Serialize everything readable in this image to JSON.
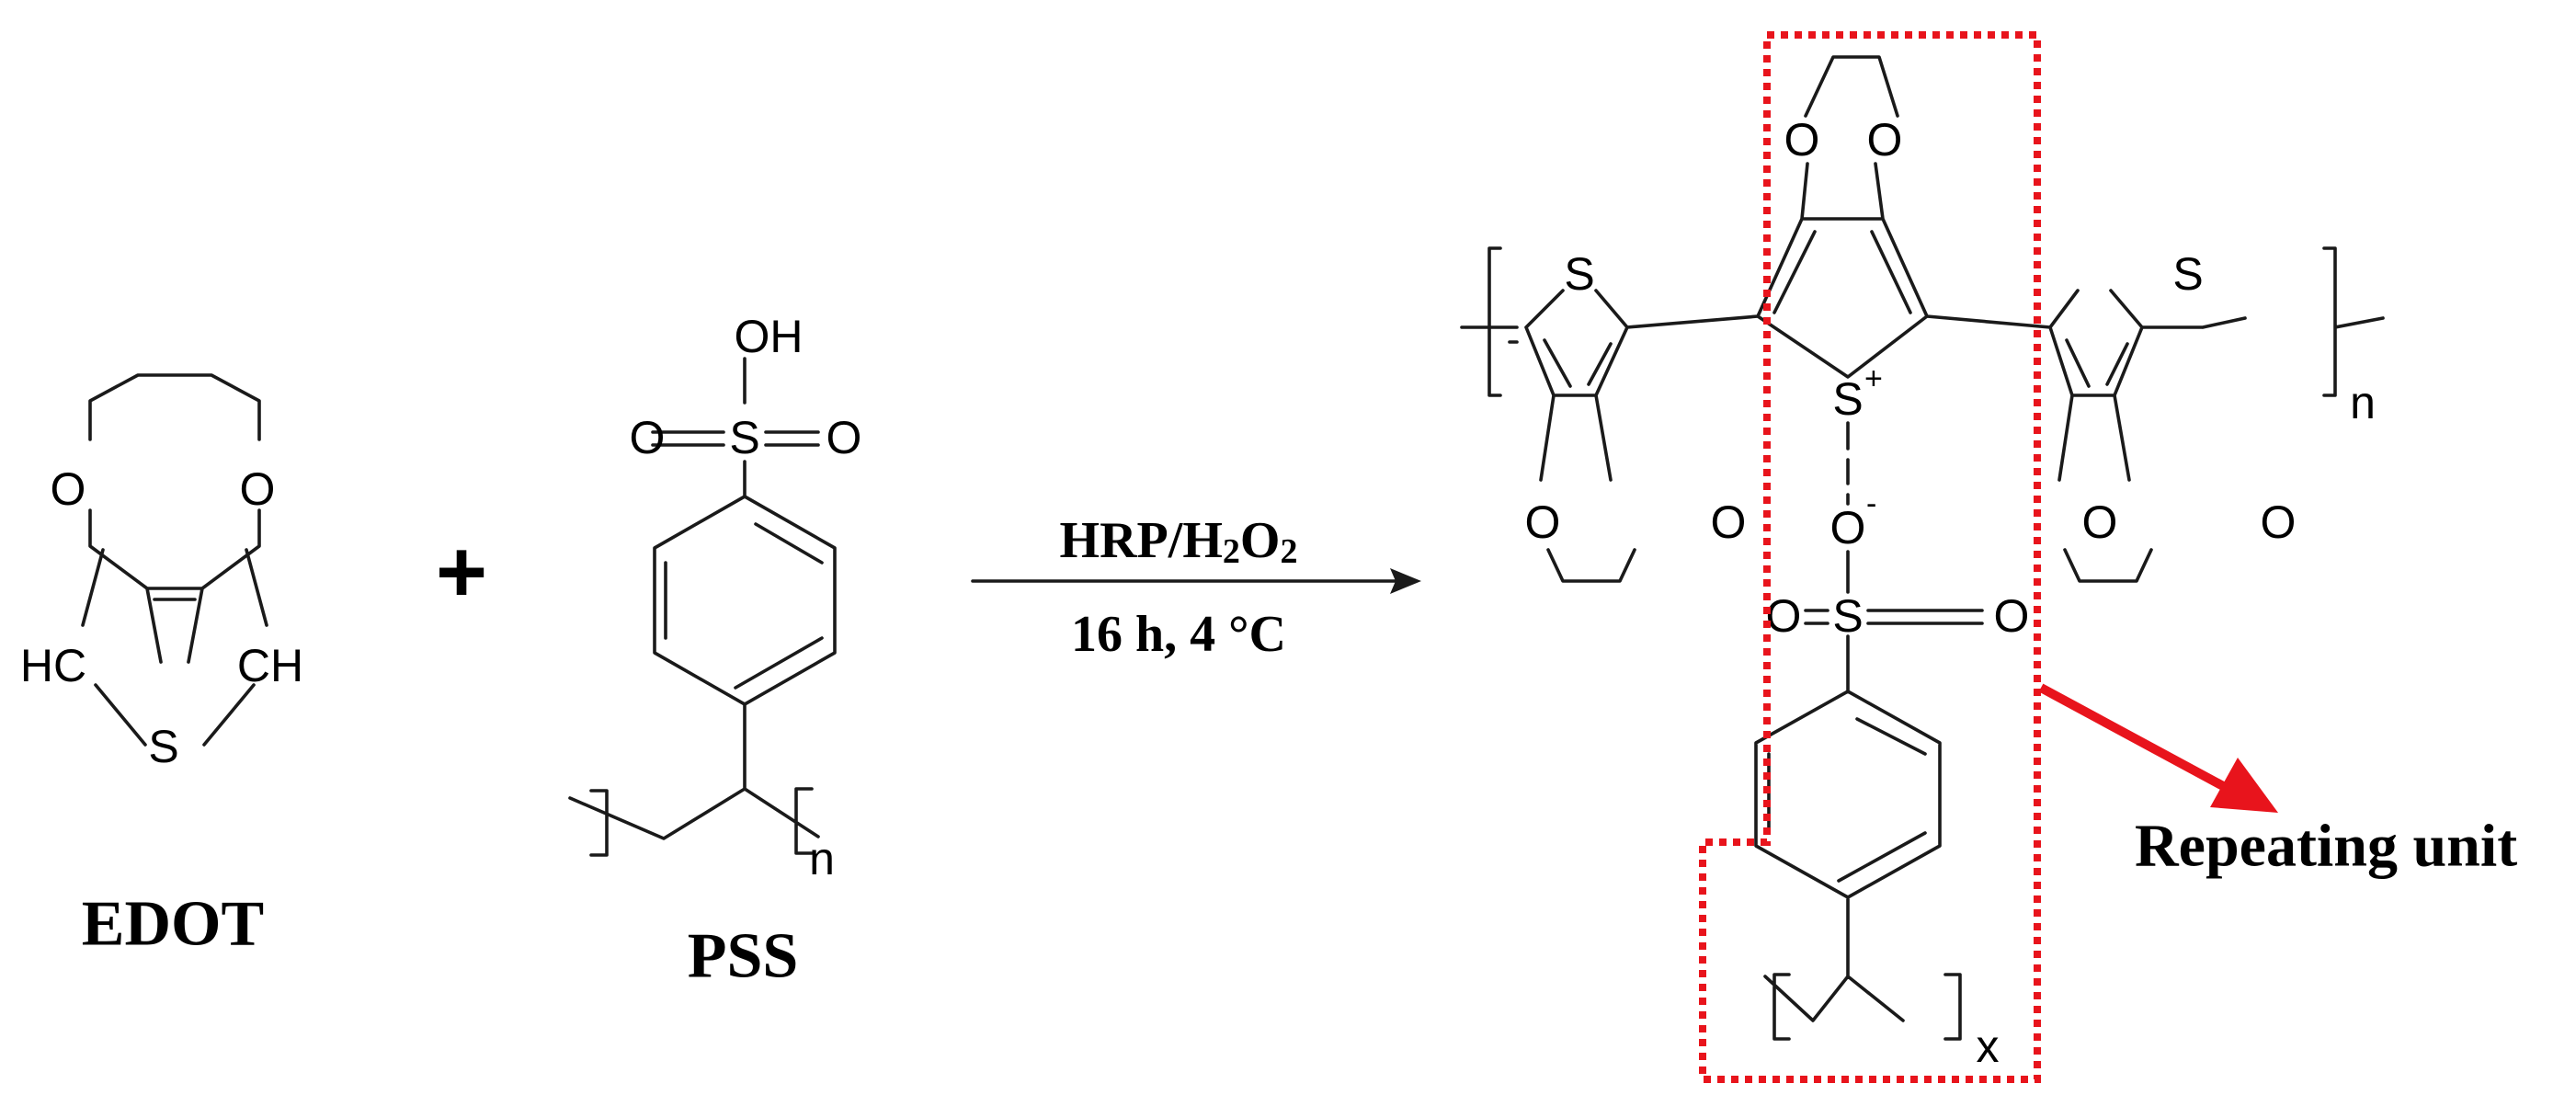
{
  "colors": {
    "highlight": "#e8141c",
    "ink": "#1a1a1a"
  },
  "edot": {
    "name": "EDOT",
    "atoms": {
      "o_left": "O",
      "o_right": "O",
      "ch_left": "HC",
      "ch_right": "CH",
      "s": "S"
    }
  },
  "plus_sign": "+",
  "pss": {
    "name": "PSS",
    "atoms": {
      "oh": "OH",
      "s": "S",
      "o_left": "O",
      "o_right": "O"
    },
    "repeat_subscript": "n"
  },
  "reaction": {
    "reagent": {
      "text": "HRP/H",
      "sub1": "2",
      "mid": "O",
      "sub2": "2"
    },
    "conditions": "16 h, 4 °C"
  },
  "product": {
    "atoms": {
      "left_s": "S",
      "left_o1": "O",
      "left_o2": "O",
      "mid_s": "S",
      "mid_s_charge": "+",
      "mid_o1": "O",
      "mid_o2": "O",
      "right_s": "S",
      "right_o1": "O",
      "right_o2": "O",
      "sulfonate_o": "O",
      "sulfonate_o_charge": "-",
      "sulfonate_s": "S",
      "sulfonate_o_left": "O",
      "sulfonate_o_right": "O"
    },
    "repeat_subscript_n": "n",
    "repeat_subscript_x": "x"
  },
  "callout": {
    "label": "Repeating unit"
  }
}
